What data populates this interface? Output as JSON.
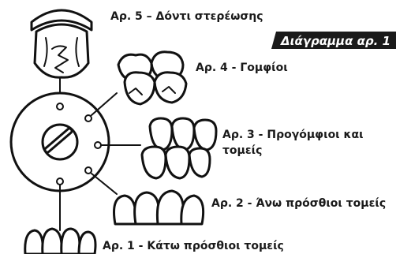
{
  "diagram": {
    "banner": "Διάγραμμα αρ. 1",
    "labels": {
      "item5": "Αρ. 5 – Δόντι στερέωσης",
      "item4": "Αρ. 4 - Γομφίοι",
      "item3_line1": "Αρ. 3 - Προγόμφιοι και",
      "item3_line2": "τομείς",
      "item2": "Αρ. 2 - Άνω πρόσθιοι τομείς",
      "item1": "Αρ. 1 - Κάτω πρόσθιοι τομείς"
    }
  }
}
